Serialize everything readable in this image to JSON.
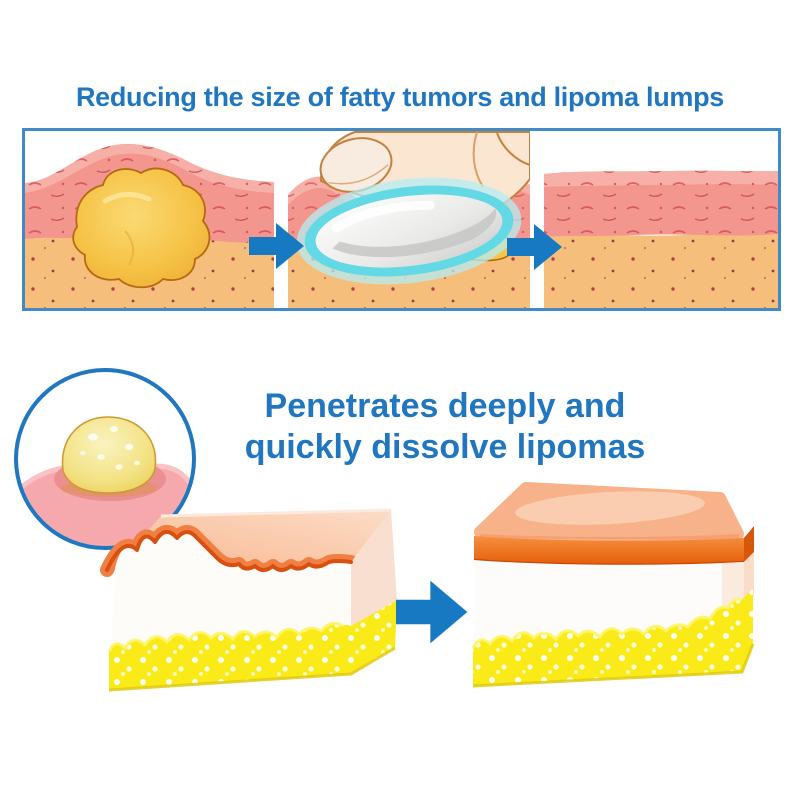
{
  "headline_top": "Reducing the size of fatty tumors and lipoma lumps",
  "headline_bottom": {
    "line1": "Penetrates deeply and",
    "line2": "quickly dissolve lipomas"
  },
  "colors": {
    "headline_blue": "#2077c0",
    "strip_border_blue": "#4289c8",
    "circle_border_blue": "#2077c0",
    "arrow_blue": "#1779c1",
    "dermis_pink": "#f2968e",
    "subcutis_orange": "#f5bf7b",
    "lipoma_yellow": "#f5c245",
    "fat_yellow": "#f9ea18",
    "cream_cyan": "#63d9e6",
    "skin_block_orange": "#ee7021",
    "finger_skin": "#fbe6d2"
  },
  "illustration": {
    "top_strip_steps": [
      {
        "name": "lipoma-under-skin"
      },
      {
        "name": "cream-application"
      },
      {
        "name": "skin-cleared"
      }
    ],
    "bottom_steps": [
      {
        "name": "lipoma-bump-closeup"
      },
      {
        "name": "damaged-skin-block"
      },
      {
        "name": "healthy-skin-block"
      }
    ],
    "arrow_icon": "arrow-right"
  }
}
